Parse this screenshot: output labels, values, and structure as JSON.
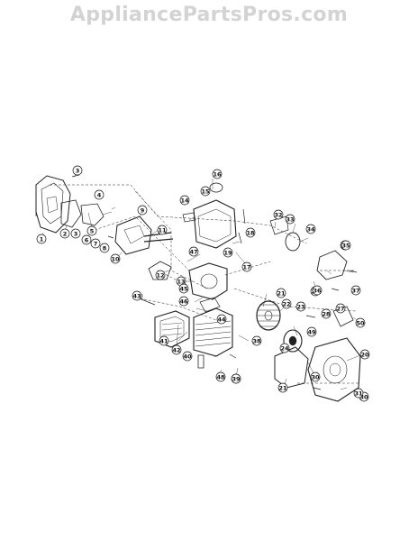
{
  "watermark": "AppliancePartsPros.com",
  "callouts": [
    {
      "id": "c1",
      "label": "1"
    },
    {
      "id": "c2",
      "label": "2"
    },
    {
      "id": "c3",
      "label": "3"
    },
    {
      "id": "c3b",
      "label": "3"
    },
    {
      "id": "c4",
      "label": "4"
    },
    {
      "id": "c5",
      "label": "5"
    },
    {
      "id": "c6",
      "label": "6"
    },
    {
      "id": "c7",
      "label": "7"
    },
    {
      "id": "c8",
      "label": "8"
    },
    {
      "id": "c9",
      "label": "9"
    },
    {
      "id": "c10",
      "label": "10"
    },
    {
      "id": "c11",
      "label": "11"
    },
    {
      "id": "c12",
      "label": "12"
    },
    {
      "id": "c13",
      "label": "13"
    },
    {
      "id": "c14",
      "label": "14"
    },
    {
      "id": "c15",
      "label": "15"
    },
    {
      "id": "c16",
      "label": "16"
    },
    {
      "id": "c17",
      "label": "17"
    },
    {
      "id": "c18",
      "label": "18"
    },
    {
      "id": "c19",
      "label": "19"
    },
    {
      "id": "c20",
      "label": "20"
    },
    {
      "id": "c21",
      "label": "21"
    },
    {
      "id": "c21b",
      "label": "21"
    },
    {
      "id": "c22",
      "label": "22"
    },
    {
      "id": "c23",
      "label": "23"
    },
    {
      "id": "c24",
      "label": "24"
    },
    {
      "id": "c25",
      "label": "25"
    },
    {
      "id": "c26",
      "label": "26"
    },
    {
      "id": "c27",
      "label": "27"
    },
    {
      "id": "c28",
      "label": "28"
    },
    {
      "id": "c29",
      "label": "29"
    },
    {
      "id": "c30",
      "label": "30"
    },
    {
      "id": "c30b",
      "label": "30"
    },
    {
      "id": "c31",
      "label": "31"
    },
    {
      "id": "c32",
      "label": "32"
    },
    {
      "id": "c33",
      "label": "33"
    },
    {
      "id": "c34",
      "label": "34"
    },
    {
      "id": "c35",
      "label": "35"
    },
    {
      "id": "c36",
      "label": "36"
    },
    {
      "id": "c37",
      "label": "37"
    },
    {
      "id": "c38",
      "label": "38"
    },
    {
      "id": "c39",
      "label": "39"
    },
    {
      "id": "c40",
      "label": "40"
    },
    {
      "id": "c41",
      "label": "41"
    },
    {
      "id": "c42",
      "label": "42"
    },
    {
      "id": "c43",
      "label": "43"
    },
    {
      "id": "c44",
      "label": "44"
    },
    {
      "id": "c45",
      "label": "45"
    },
    {
      "id": "c46",
      "label": "46"
    },
    {
      "id": "c47",
      "label": "47"
    },
    {
      "id": "c48",
      "label": "48"
    },
    {
      "id": "c49",
      "label": "49"
    },
    {
      "id": "c50",
      "label": "50"
    }
  ]
}
